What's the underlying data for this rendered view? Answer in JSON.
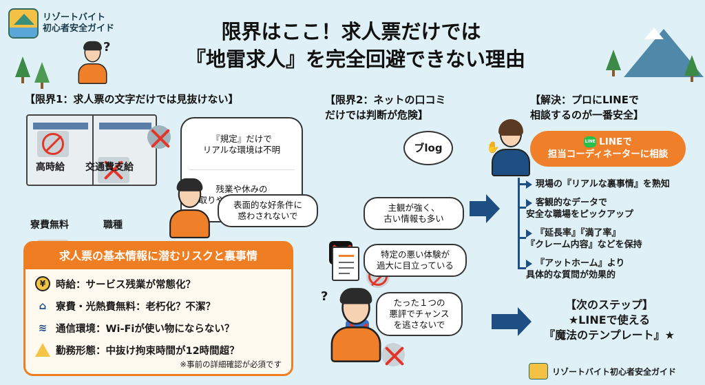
{
  "brand": {
    "line1": "リゾートバイト",
    "line2": "初心者安全ガイド",
    "logo_text": "リゾートバイト"
  },
  "title": {
    "line1": "限界はここ！求人票だけでは",
    "line2": "『地雷求人』を完全回避できない理由"
  },
  "section1": {
    "heading": "【限界1：求人票の文字だけでは見抜けない】",
    "tiles": [
      {
        "label": "高時給",
        "icon": "money-icon"
      },
      {
        "label": "交通費支給",
        "icon": "bus-icon"
      },
      {
        "label": "寮費無料",
        "icon": "house-icon"
      },
      {
        "label": "職種",
        "icon": "briefcase-icon"
      }
    ],
    "bubble1": "『規定』だけで\nリアルな環境は不明",
    "bubble1_b": "残業や休みの\n取りやすさは現場次第",
    "bubble2": "表面的な好条件に\n惑わされないで"
  },
  "risk": {
    "heading": "求人票の基本情報に潜むリスクと裏事情",
    "rows": [
      {
        "icon": "yen-icon",
        "text": "時給：サービス残業が常態化？"
      },
      {
        "icon": "house-icon",
        "text": "寮費・光熱費無料：老朽化？不潔？"
      },
      {
        "icon": "wifi-icon",
        "text": "通信環境：Wi-Fiが使い物にならない？"
      },
      {
        "icon": "warning-icon",
        "text": "勤務形態：中抜け拘束時間が12時間超？"
      }
    ],
    "note": "※事前の詳細確認が必須です"
  },
  "section2": {
    "heading_line1": "【限界2：ネットの口コミ",
    "heading_line2": "だけでは判断が危険】",
    "blog_label": "ブlog",
    "bubble1": "主観が強く、\n古い情報も多い",
    "bubble2": "特定の悪い体験が\n過大に目立っている",
    "bubble3": "たった１つの\n悪評でチャンス\nを逃さないで"
  },
  "solution": {
    "heading_line1": "【解決：プロにLINEで",
    "heading_line2": "相談するのが一番安全】",
    "line_button_line1": "LINEで",
    "line_button_line2": "担当コーディネーターに相談",
    "line_logo": "LINE",
    "items": [
      "現場の『リアルな裏事情』を熟知",
      "客観的なデータで\n安全な職場をピックアップ",
      "『延長率』『満了率』\n『クレーム内容』などを保持",
      "『アットホーム』より\n具体的な質問が効果的"
    ]
  },
  "next": {
    "line1": "【次のステップ】",
    "line2": "★LINEで使える",
    "line3": "『魔法のテンプレート』★"
  },
  "footer": {
    "text": "リゾートバイト初心者安全ガイド"
  },
  "colors": {
    "accent": "#ef7d22",
    "navy": "#1d4f82",
    "bg": "#dff1f6",
    "danger": "#e2362b",
    "line_green": "#27c04a"
  }
}
